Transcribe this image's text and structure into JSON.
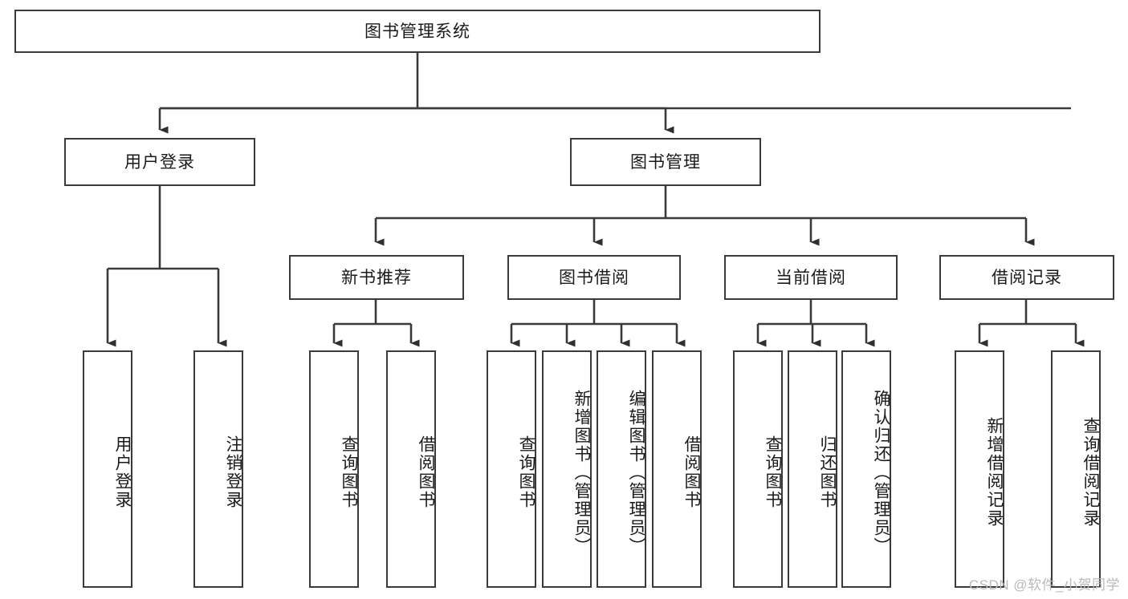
{
  "diagram": {
    "type": "tree-hierarchy",
    "title": "图书管理系统",
    "root": {
      "id": "root",
      "label": "图书管理系统"
    },
    "level2": [
      {
        "id": "user-login",
        "label": "用户登录"
      },
      {
        "id": "book-manage",
        "label": "图书管理"
      }
    ],
    "level3": [
      {
        "id": "new-book-recommend",
        "label": "新书推荐",
        "parent": "book-manage"
      },
      {
        "id": "book-borrow",
        "label": "图书借阅",
        "parent": "book-manage"
      },
      {
        "id": "current-borrow",
        "label": "当前借阅",
        "parent": "book-manage"
      },
      {
        "id": "borrow-record",
        "label": "借阅记录",
        "parent": "book-manage"
      }
    ],
    "leaves": [
      {
        "id": "leaf-user-login",
        "label": "用户登录",
        "parent": "user-login"
      },
      {
        "id": "leaf-logout-login",
        "label": "注销登录",
        "parent": "user-login"
      },
      {
        "id": "leaf-query-book-1",
        "label": "查询图书",
        "parent": "new-book-recommend"
      },
      {
        "id": "leaf-borrow-book-1",
        "label": "借阅图书",
        "parent": "new-book-recommend"
      },
      {
        "id": "leaf-query-book-2",
        "label": "查询图书",
        "parent": "book-borrow"
      },
      {
        "id": "leaf-add-book",
        "label": "新增图书（管理员）",
        "parent": "book-borrow"
      },
      {
        "id": "leaf-edit-book",
        "label": "编辑图书（管理员）",
        "parent": "book-borrow"
      },
      {
        "id": "leaf-borrow-book-2",
        "label": "借阅图书",
        "parent": "book-borrow"
      },
      {
        "id": "leaf-query-book-3",
        "label": "查询图书",
        "parent": "current-borrow"
      },
      {
        "id": "leaf-return-book",
        "label": "归还图书",
        "parent": "current-borrow"
      },
      {
        "id": "leaf-confirm-return",
        "label": "确认归还（管理员）",
        "parent": "current-borrow"
      },
      {
        "id": "leaf-add-record",
        "label": "新增借阅记录",
        "parent": "borrow-record"
      },
      {
        "id": "leaf-query-record",
        "label": "查询借阅记录",
        "parent": "borrow-record"
      }
    ],
    "colors": {
      "box_border": "#3a3a3a",
      "box_fill": "#ffffff",
      "connector": "#3a3a3a",
      "text": "#1a1a1a",
      "watermark": "#b9b9b9",
      "background": "#ffffff"
    }
  },
  "watermark": {
    "text": "CSDN @软件_小贺同学"
  }
}
